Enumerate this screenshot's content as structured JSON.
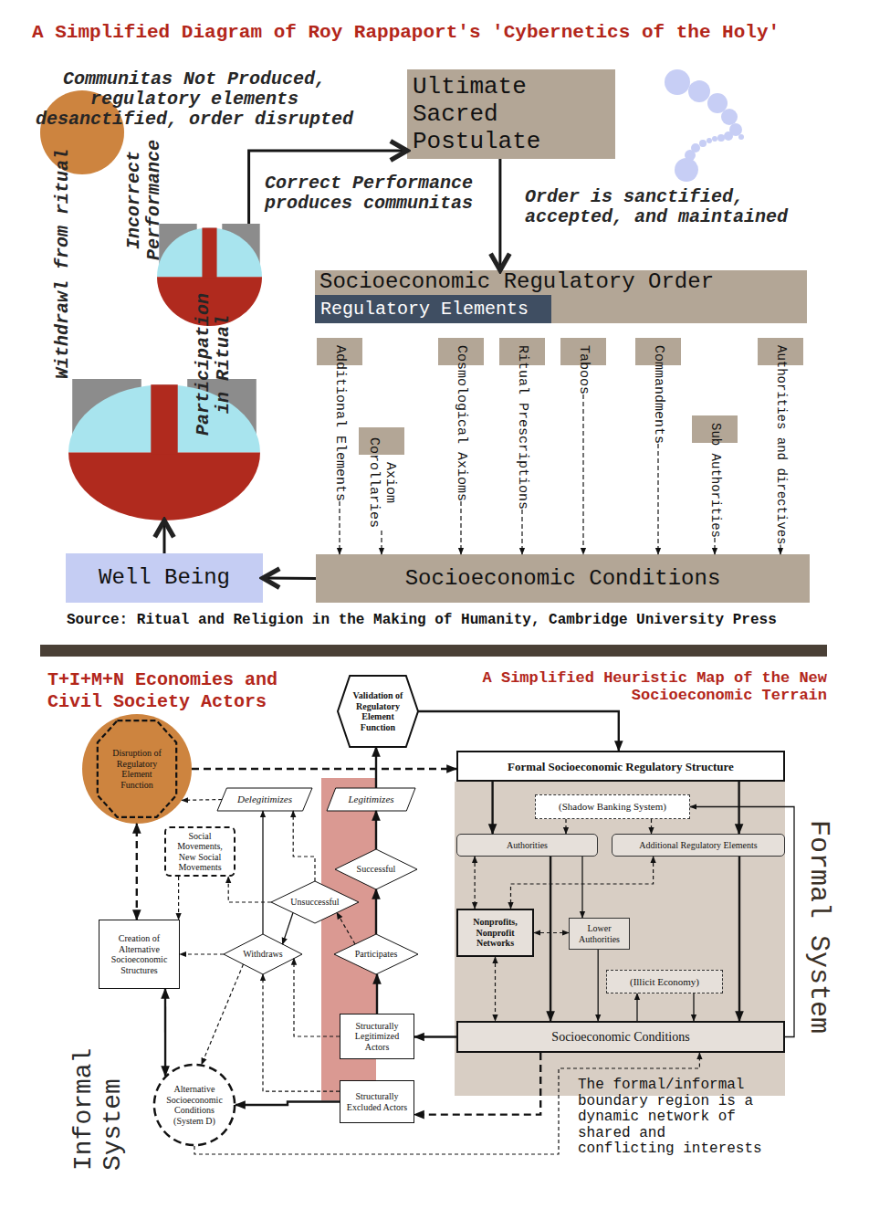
{
  "diagram": {
    "title": "A Simplified Diagram of Roy Rappaport's 'Cybernetics of the Holy'",
    "nodes": [
      {
        "text": [
          "Communitas Not Produced, regulatory elements desanctified, order disrupted"
        ]
      },
      {
        "text": [
          "Ultimate Sacred Postulate"
        ]
      },
      {
        "text": [
          "Incorrect Performance"
        ]
      },
      {
        "text": [
          "Socioeconomic Regulatory Order"
        ]
      },
      {
        "text": [
          "Regulatory Elements"
        ],
        "in": 3
      },
      {
        "text": [
          "Additional Elements"
        ]
      },
      {
        "text": [
          "Axiom Corollaries"
        ]
      },
      {
        "text": [
          "Cosmological Axioms"
        ]
      },
      {
        "text": [
          "Ritual Prescriptions"
        ]
      },
      {
        "text": [
          "Taboos"
        ]
      },
      {
        "text": [
          "Commandments"
        ]
      },
      {
        "text": [
          "Sub Authorities"
        ]
      },
      {
        "text": [
          "Authorities and directives"
        ]
      },
      {
        "text": [
          "Participation in Ritual"
        ]
      },
      {
        "text": [
          "Well Being"
        ]
      },
      {
        "text": [
          "Socioeconomic Conditions"
        ]
      },
      {
        "text": [
          "Validation of Regulatory Element Function"
        ]
      },
      {
        "text": [
          "Disruption of Regulatory Element Function"
        ]
      },
      {
        "text": [
          "Formal Socioeconomic Regulatory Structure"
        ]
      },
      {
        "text": [
          "Formal System"
        ]
      },
      {
        "text": [
          "(Shadow Banking System)"
        ],
        "in": 19
      },
      {
        "text": [
          "Authorities"
        ],
        "in": 19
      },
      {
        "text": [
          "Additional Regulatory Elements"
        ],
        "in": 19
      },
      {
        "text": [
          "Nonprofits, Nonprofit Networks"
        ],
        "in": 19
      },
      {
        "text": [
          "Lower Authorities"
        ],
        "in": 19
      },
      {
        "text": [
          "(Illicit Economy)"
        ],
        "in": 19
      },
      {
        "text": [
          "Socioeconomic Conditions"
        ],
        "in": 19
      },
      {
        "text": [
          "Delegitimizes"
        ]
      },
      {
        "text": [
          "Legitimizes"
        ]
      },
      {
        "text": [
          "Social Movements, New Social Movements"
        ]
      },
      {
        "text": [
          "Successful"
        ]
      },
      {
        "text": [
          "Unsuccessful"
        ]
      },
      {
        "text": [
          "Creation of Alternative Socioeconomic Structures"
        ]
      },
      {
        "text": [
          "Withdraws"
        ]
      },
      {
        "text": [
          "Participates"
        ]
      },
      {
        "text": [
          "Structurally Legitimized Actors"
        ]
      },
      {
        "text": [
          "Structurally Excluded Actors"
        ]
      },
      {
        "text": [
          "Alternative Socioeconomic Conditions (System D)"
        ]
      }
    ],
    "edges": [
      {
        "from": 1,
        "to": 3,
        "arrow": "to"
      },
      {
        "from": 2,
        "to": 1,
        "arrow": "to"
      },
      {
        "from": 5,
        "to": 15,
        "arrow": "to"
      },
      {
        "from": 6,
        "to": 15,
        "arrow": "to"
      },
      {
        "from": 7,
        "to": 15,
        "arrow": "to"
      },
      {
        "from": 8,
        "to": 15,
        "arrow": "to"
      },
      {
        "from": 9,
        "to": 15,
        "arrow": "to"
      },
      {
        "from": 10,
        "to": 15,
        "arrow": "to"
      },
      {
        "from": 11,
        "to": 15,
        "arrow": "to"
      },
      {
        "from": 12,
        "to": 15,
        "arrow": "to"
      },
      {
        "from": 15,
        "to": 14,
        "arrow": "to"
      },
      {
        "from": 14,
        "to": 13,
        "arrow": "to"
      },
      {
        "from": 16,
        "to": 18,
        "arrow": "to"
      },
      {
        "from": 17,
        "to": 18,
        "arrow": "to"
      },
      {
        "from": 18,
        "to": 21,
        "arrow": "to"
      },
      {
        "from": 18,
        "to": 22,
        "arrow": "to"
      },
      {
        "from": 20,
        "to": 21,
        "arrow": "to"
      },
      {
        "from": 20,
        "to": 22,
        "arrow": "to"
      },
      {
        "from": 21,
        "to": 24,
        "arrow": "to"
      },
      {
        "from": 21,
        "to": 26,
        "arrow": "to"
      },
      {
        "from": 22,
        "to": 26,
        "arrow": "to"
      },
      {
        "from": 24,
        "to": 26,
        "arrow": "to"
      },
      {
        "from": 23,
        "to": 26,
        "arrow": "both"
      },
      {
        "from": 23,
        "to": 24,
        "arrow": "both"
      },
      {
        "from": 21,
        "to": 23,
        "arrow": "both"
      },
      {
        "from": 22,
        "to": 23,
        "arrow": "both"
      },
      {
        "from": 26,
        "to": 25,
        "arrow": "to"
      },
      {
        "from": 25,
        "to": 26,
        "arrow": "to"
      },
      {
        "from": 26,
        "to": 20,
        "arrow": "to"
      },
      {
        "from": 26,
        "to": 35,
        "arrow": "to"
      },
      {
        "from": 26,
        "to": 36,
        "arrow": "to"
      },
      {
        "from": 37,
        "to": 26,
        "arrow": "to"
      },
      {
        "from": 36,
        "to": 37,
        "arrow": "to"
      },
      {
        "from": 35,
        "to": 34,
        "arrow": "to"
      },
      {
        "from": 34,
        "to": 30,
        "arrow": "to"
      },
      {
        "from": 30,
        "to": 28,
        "arrow": "to"
      },
      {
        "from": 28,
        "to": 16,
        "arrow": "to"
      },
      {
        "from": 34,
        "to": 31,
        "arrow": "to"
      },
      {
        "from": 31,
        "to": 33,
        "arrow": "to"
      },
      {
        "from": 31,
        "to": 29,
        "arrow": "to"
      },
      {
        "from": 31,
        "to": 27,
        "arrow": "to"
      },
      {
        "from": 33,
        "to": 27,
        "arrow": "to"
      },
      {
        "from": 27,
        "to": 17,
        "arrow": "to"
      },
      {
        "from": 33,
        "to": 32,
        "arrow": "to"
      },
      {
        "from": 29,
        "to": 32,
        "arrow": "to"
      },
      {
        "from": 32,
        "to": 17,
        "arrow": "both"
      },
      {
        "from": 32,
        "to": 37,
        "arrow": "both"
      },
      {
        "from": 33,
        "to": 37,
        "arrow": "to"
      },
      {
        "from": 36,
        "to": 33,
        "arrow": "to"
      },
      {
        "from": 35,
        "to": 33,
        "arrow": "to"
      }
    ],
    "labels": [
      "Correct Performance produces communitas",
      "Order is sanctified, accepted, and maintained",
      "Withdrawl from ritual",
      "Source: Ritual and Religion in the Making of Humanity, Cambridge University Press",
      "T+I+M+N Economies and Civil Society Actors",
      "A Simplified Heuristic Map of the New Socioeconomic Terrain",
      "Informal System",
      "The formal/informal boundary region is a dynamic network of shared and conflicting interests"
    ]
  }
}
